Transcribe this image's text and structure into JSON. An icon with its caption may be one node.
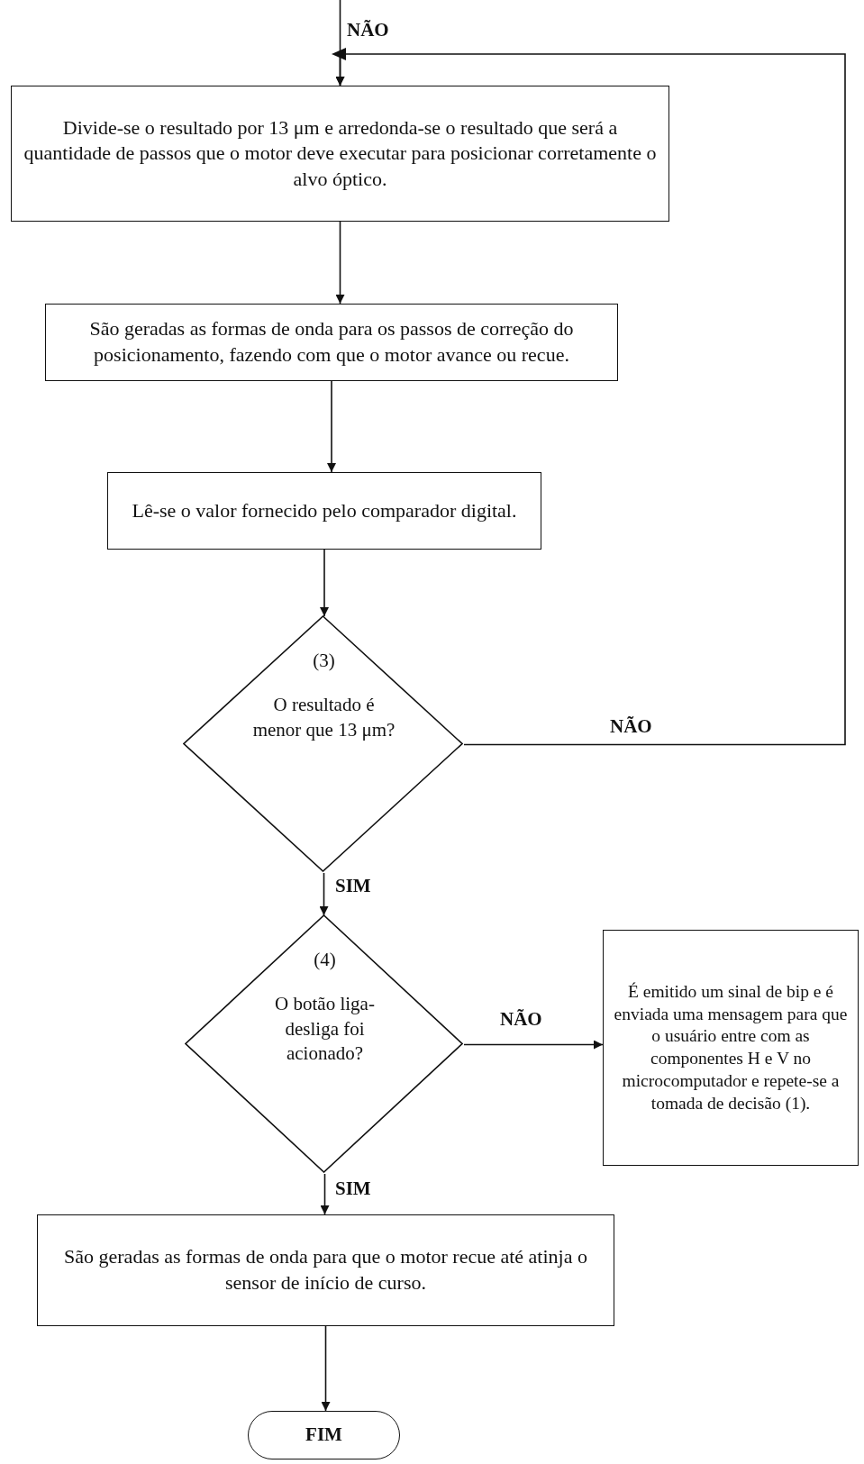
{
  "diagram": {
    "nodes": [
      {
        "text": [
          "Divide-se o resultado por 13 μm e arredonda-se o resultado que será a quantidade de passos que o motor deve executar para posicionar corretamente o alvo óptico."
        ]
      },
      {
        "text": [
          "São geradas as formas de onda para os passos de correção do posicionamento, fazendo com que o motor avance ou recue."
        ]
      },
      {
        "text": [
          "Lê-se o valor fornecido pelo comparador digital."
        ]
      },
      {
        "text": [
          "(3)",
          "O resultado é menor que 13 μm?"
        ]
      },
      {
        "text": [
          "(4)",
          "O botão liga-desliga foi acionado?"
        ]
      },
      {
        "text": [
          "É emitido um sinal de bip e é enviada uma mensagem para que o usuário entre com as componentes H e V no microcomputador e repete-se a tomada de decisão (1)."
        ]
      },
      {
        "text": [
          "São geradas as formas de onda para que o motor recue até atinja o sensor de início de curso."
        ]
      },
      {
        "text": [
          "FIM"
        ]
      }
    ],
    "edges": [
      {
        "from": null,
        "to": 0,
        "arrow": "to",
        "label": "NÃO"
      },
      {
        "from": 0,
        "to": 1,
        "arrow": "to"
      },
      {
        "from": 1,
        "to": 2,
        "arrow": "to"
      },
      {
        "from": 2,
        "to": 3,
        "arrow": "to"
      },
      {
        "from": 3,
        "to": 0,
        "arrow": "to",
        "label": "NÃO"
      },
      {
        "from": 3,
        "to": 4,
        "arrow": "to",
        "label": "SIM"
      },
      {
        "from": 4,
        "to": 5,
        "arrow": "to",
        "label": "NÃO"
      },
      {
        "from": 4,
        "to": 6,
        "arrow": "to",
        "label": "SIM"
      },
      {
        "from": 6,
        "to": 7,
        "arrow": "to"
      }
    ]
  }
}
